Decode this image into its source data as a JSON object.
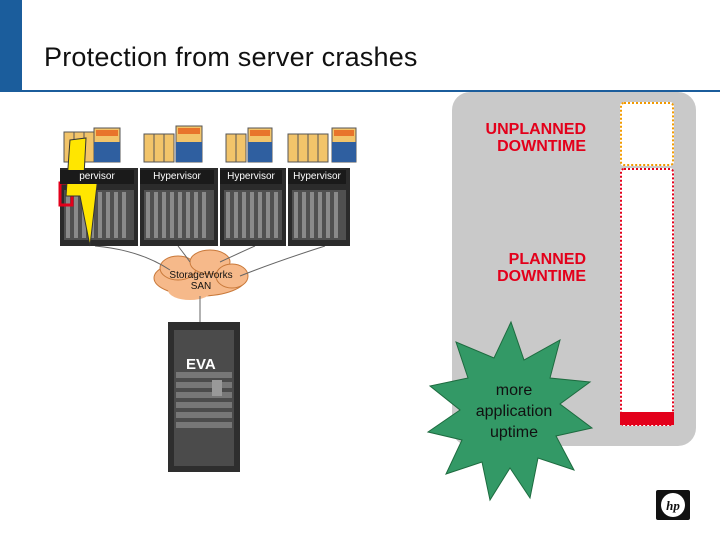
{
  "slide": {
    "title": "Protection from server crashes"
  },
  "diagram": {
    "hypervisors": [
      {
        "label": "pervisor"
      },
      {
        "label": "Hypervisor"
      },
      {
        "label": "Hypervisor"
      },
      {
        "label": "Hypervisor"
      }
    ],
    "san_label_line1": "StorageWorks",
    "san_label_line2": "SAN",
    "storage_label": "EVA",
    "downtime": {
      "unplanned_line1": "UNPLANNED",
      "unplanned_line2": "DOWNTIME",
      "planned_line1": "PLANNED",
      "planned_line2": "DOWNTIME"
    },
    "burst_line1": "more",
    "burst_line2": "application",
    "burst_line3": "uptime"
  },
  "colors": {
    "accent_blue": "#1b5d9c",
    "alert_red": "#e3001b",
    "unplanned_orange": "#f29a00",
    "burst_green": "#339966",
    "san_cloud": "#f6b98a",
    "panel_gray": "#c9c9c9"
  }
}
